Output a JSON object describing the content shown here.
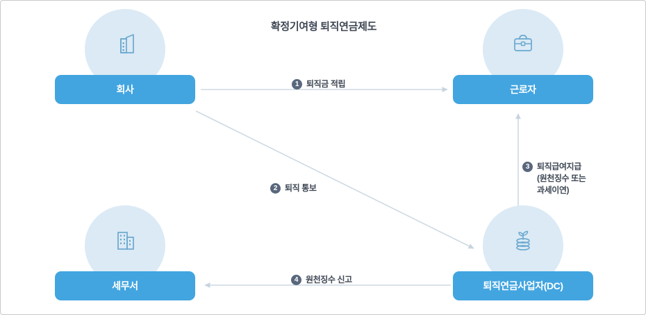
{
  "title": "확정기여형 퇴직연금제도",
  "colors": {
    "node_box": "#42a5e0",
    "node_circle": "#dbeaf5",
    "icon_stroke": "#6ba8cf",
    "connector": "#cdd9e3",
    "badge": "#59677d",
    "frame_border": "#c9c9c9",
    "text": "#3f4855"
  },
  "nodes": [
    {
      "id": "company",
      "label": "회사",
      "icon": "office-building-icon"
    },
    {
      "id": "worker",
      "label": "근로자",
      "icon": "briefcase-icon"
    },
    {
      "id": "tax",
      "label": "세무서",
      "icon": "government-building-icon"
    },
    {
      "id": "provider",
      "label": "퇴직연금사업자(DC)",
      "icon": "coins-plant-icon"
    }
  ],
  "edges": [
    {
      "number": "1",
      "from": "company",
      "to": "worker",
      "lines": [
        "퇴직금 적립"
      ]
    },
    {
      "number": "2",
      "from": "company",
      "to": "provider",
      "lines": [
        "퇴직 통보"
      ]
    },
    {
      "number": "3",
      "from": "provider",
      "to": "worker",
      "lines": [
        "퇴직급여지급",
        "(원천징수 또는",
        "과세이연)"
      ]
    },
    {
      "number": "4",
      "from": "provider",
      "to": "tax",
      "lines": [
        "원천징수 신고"
      ]
    }
  ]
}
